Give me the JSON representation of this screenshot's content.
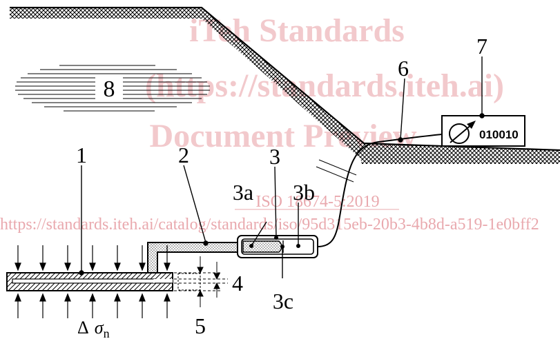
{
  "watermark": {
    "line1": "iTeh Standards",
    "line2": "(https://standards.iteh.ai)",
    "line3": "Document Preview",
    "standard": "ISO 18674-5:2019",
    "url": "https://standards.iteh.ai/catalog/standards/iso/95d315eb-20b3-4b8d-a519-1e0bff2"
  },
  "labels": {
    "l1": "1",
    "l2": "2",
    "l3": "3",
    "l3a": "3a",
    "l3b": "3b",
    "l3c": "3c",
    "l4": "4",
    "l5": "5",
    "l6": "6",
    "l7": "7",
    "l8": "8",
    "stress_delta": "Δ",
    "stress_sigma": "σ",
    "stress_sub": "n"
  },
  "readout": {
    "value": "010010",
    "icon": "gauge-dial-icon"
  },
  "colors": {
    "line": "#000000",
    "watermark": "#f2c9cc"
  }
}
